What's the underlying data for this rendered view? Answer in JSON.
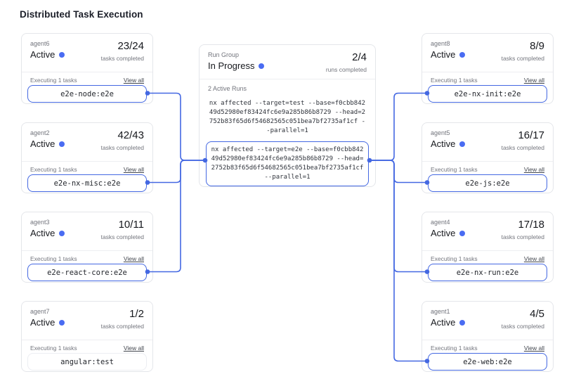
{
  "title": "Distributed Task Execution",
  "colors": {
    "accent": "#4468e2",
    "status_dot": "#4a6cf2"
  },
  "run_group": {
    "label": "Run Group",
    "status": "In Progress",
    "count": "2/4",
    "count_caption": "runs completed",
    "active_runs_label": "2 Active Runs",
    "runs": [
      {
        "command": "nx affected --target=test --base=f0cbb84249d52980ef83424fc6e9a285b86b8729 --head=2752b83f65d6f54682565c051bea7bf2735af1cf --parallel=1",
        "highlighted": false
      },
      {
        "command": "nx affected --target=e2e --base=f0cbb84249d52980ef83424fc6e9a285b86b8729 --head=2752b83f65d6f54682565c051bea7bf2735af1cf --parallel=1",
        "highlighted": true
      }
    ]
  },
  "agents_left": [
    {
      "name": "agent6",
      "status": "Active",
      "count": "23/24",
      "count_caption": "tasks completed",
      "executing_label": "Executing 1 tasks",
      "view_all": "View all",
      "task": "e2e-node:e2e",
      "linked": true
    },
    {
      "name": "agent2",
      "status": "Active",
      "count": "42/43",
      "count_caption": "tasks completed",
      "executing_label": "Executing 1 tasks",
      "view_all": "View all",
      "task": "e2e-nx-misc:e2e",
      "linked": true
    },
    {
      "name": "agent3",
      "status": "Active",
      "count": "10/11",
      "count_caption": "tasks completed",
      "executing_label": "Executing 1 tasks",
      "view_all": "View all",
      "task": "e2e-react-core:e2e",
      "linked": true
    },
    {
      "name": "agent7",
      "status": "Active",
      "count": "1/2",
      "count_caption": "tasks completed",
      "executing_label": "Executing 1 tasks",
      "view_all": "View all",
      "task": "angular:test",
      "linked": false
    }
  ],
  "agents_right": [
    {
      "name": "agent8",
      "status": "Active",
      "count": "8/9",
      "count_caption": "tasks completed",
      "executing_label": "Executing 1 tasks",
      "view_all": "View all",
      "task": "e2e-nx-init:e2e",
      "linked": true
    },
    {
      "name": "agent5",
      "status": "Active",
      "count": "16/17",
      "count_caption": "tasks completed",
      "executing_label": "Executing 1 tasks",
      "view_all": "View all",
      "task": "e2e-js:e2e",
      "linked": true
    },
    {
      "name": "agent4",
      "status": "Active",
      "count": "17/18",
      "count_caption": "tasks completed",
      "executing_label": "Executing 1 tasks",
      "view_all": "View all",
      "task": "e2e-nx-run:e2e",
      "linked": true
    },
    {
      "name": "agent1",
      "status": "Active",
      "count": "4/5",
      "count_caption": "tasks completed",
      "executing_label": "Executing 1 tasks",
      "view_all": "View all",
      "task": "e2e-web:e2e",
      "linked": true
    }
  ]
}
